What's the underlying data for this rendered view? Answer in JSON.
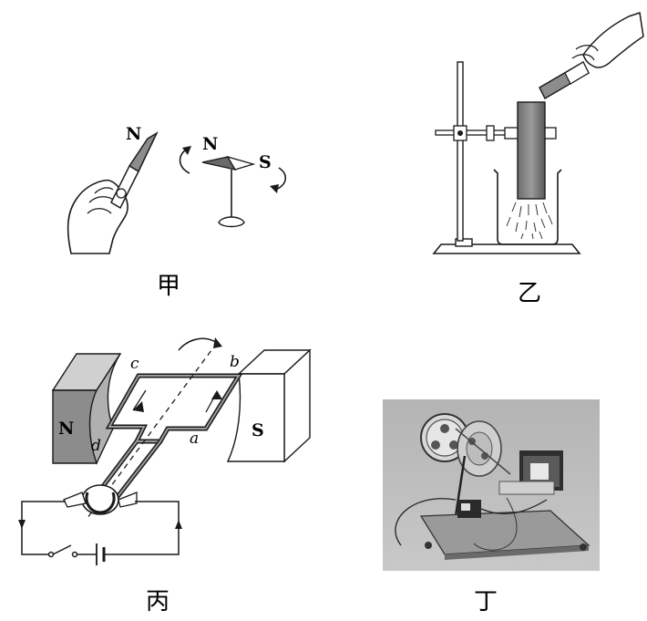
{
  "panels": {
    "jia": {
      "caption": "甲",
      "magnet_pole": "N",
      "needle_north": "N",
      "needle_south": "S"
    },
    "yi": {
      "caption": "乙"
    },
    "bing": {
      "caption": "丙",
      "magnet_left": "N",
      "magnet_right": "S",
      "coil_labels": {
        "a": "a",
        "b": "b",
        "c": "c",
        "d": "d"
      }
    },
    "ding": {
      "caption": "丁"
    }
  },
  "colors": {
    "ink": "#1a1a1a",
    "magnet_gray": "#8c8c8c",
    "magnet_light": "#d0d0d0",
    "photo_bg": "#b9b9b9"
  }
}
